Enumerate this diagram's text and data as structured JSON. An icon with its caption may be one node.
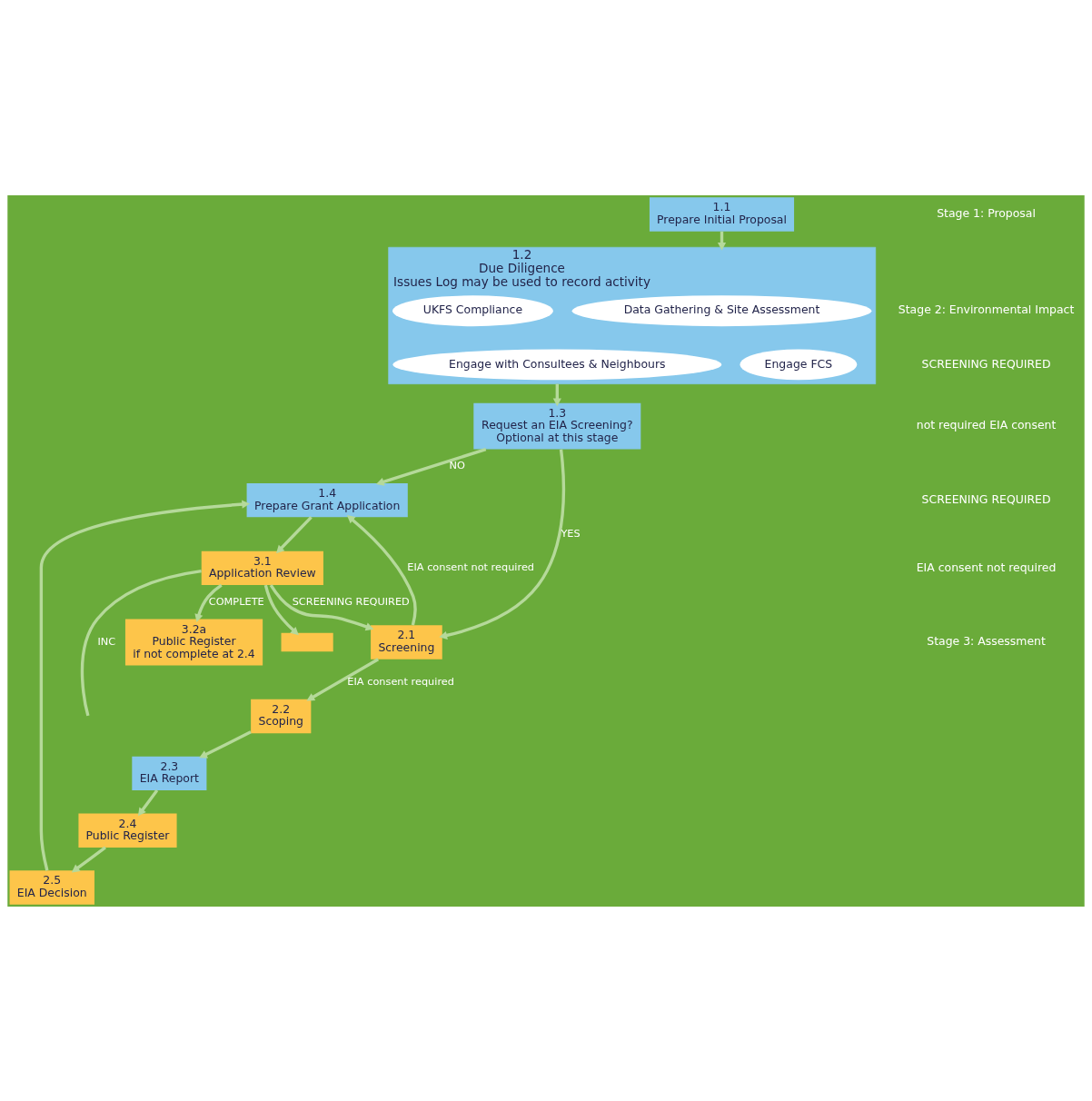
{
  "diagram": {
    "nodes": [
      {
        "text": [
          "1.1",
          "Prepare Initial Proposal"
        ]
      },
      {
        "text": [
          "1.2",
          "Due Diligence",
          "Issues Log may be used to record activity"
        ]
      },
      {
        "text": [
          "Data Gathering & Site Assessment"
        ],
        "in": 1
      },
      {
        "text": [
          "UKFS Compliance"
        ],
        "in": 1
      },
      {
        "text": [
          "Engage FCS"
        ],
        "in": 1
      },
      {
        "text": [
          "Engage with Consultees & Neighbours"
        ],
        "in": 1
      },
      {
        "text": [
          "1.3",
          "Request an EIA Screening?",
          "Optional at this stage"
        ]
      },
      {
        "text": [
          "1.4",
          "Prepare Grant Application"
        ]
      },
      {
        "text": [
          "2.1",
          "Screening"
        ]
      },
      {
        "text": [
          "2.2",
          "Scoping"
        ]
      },
      {
        "text": [
          "2.3",
          "EIA Report"
        ]
      },
      {
        "text": [
          "2.4",
          "Public Register"
        ]
      },
      {
        "text": [
          "2.5",
          "EIA Decision"
        ]
      },
      {
        "text": [
          "3.1",
          "Application Review"
        ]
      },
      {
        "text": [
          "3.2a",
          "Public Register",
          "if not complete at 2.4"
        ]
      },
      {
        "text": [],
        "shape": "box"
      }
    ],
    "edges": [
      {
        "from": 0,
        "to": 1,
        "arrow": "to"
      },
      {
        "from": 1,
        "to": 6,
        "arrow": "to"
      },
      {
        "from": 6,
        "to": 8,
        "arrow": "to",
        "label": "YES"
      },
      {
        "from": 6,
        "to": 7,
        "arrow": "to",
        "label": "NO"
      },
      {
        "from": 8,
        "to": 9,
        "arrow": "to",
        "label": "EIA consent required"
      },
      {
        "from": 9,
        "to": 10,
        "arrow": "to"
      },
      {
        "from": 10,
        "to": 11,
        "arrow": "to"
      },
      {
        "from": 11,
        "to": 12,
        "arrow": "to"
      },
      {
        "from": 12,
        "to": 7,
        "arrow": "to"
      },
      {
        "from": 8,
        "to": 7,
        "arrow": "to",
        "label": "EIA consent not required"
      },
      {
        "from": 7,
        "to": 13,
        "arrow": "to"
      },
      {
        "from": 13,
        "to": 8,
        "arrow": "to",
        "label": "SCREENING REQUIRED"
      },
      {
        "from": 13,
        "to": 14,
        "arrow": "to",
        "label": "COMPLETE"
      },
      {
        "from": 13,
        "to": 15,
        "arrow": "to"
      },
      {
        "from": 13,
        "to": null,
        "arrow": "none",
        "label": "INC"
      }
    ],
    "labels": [
      "Stage 1: Proposal",
      "Stage 2: Environmental Impact",
      "SCREENING REQUIRED",
      "not required EIA consent",
      "SCREENING REQUIRED",
      "EIA consent not required",
      "Stage 3: Assessment"
    ]
  }
}
